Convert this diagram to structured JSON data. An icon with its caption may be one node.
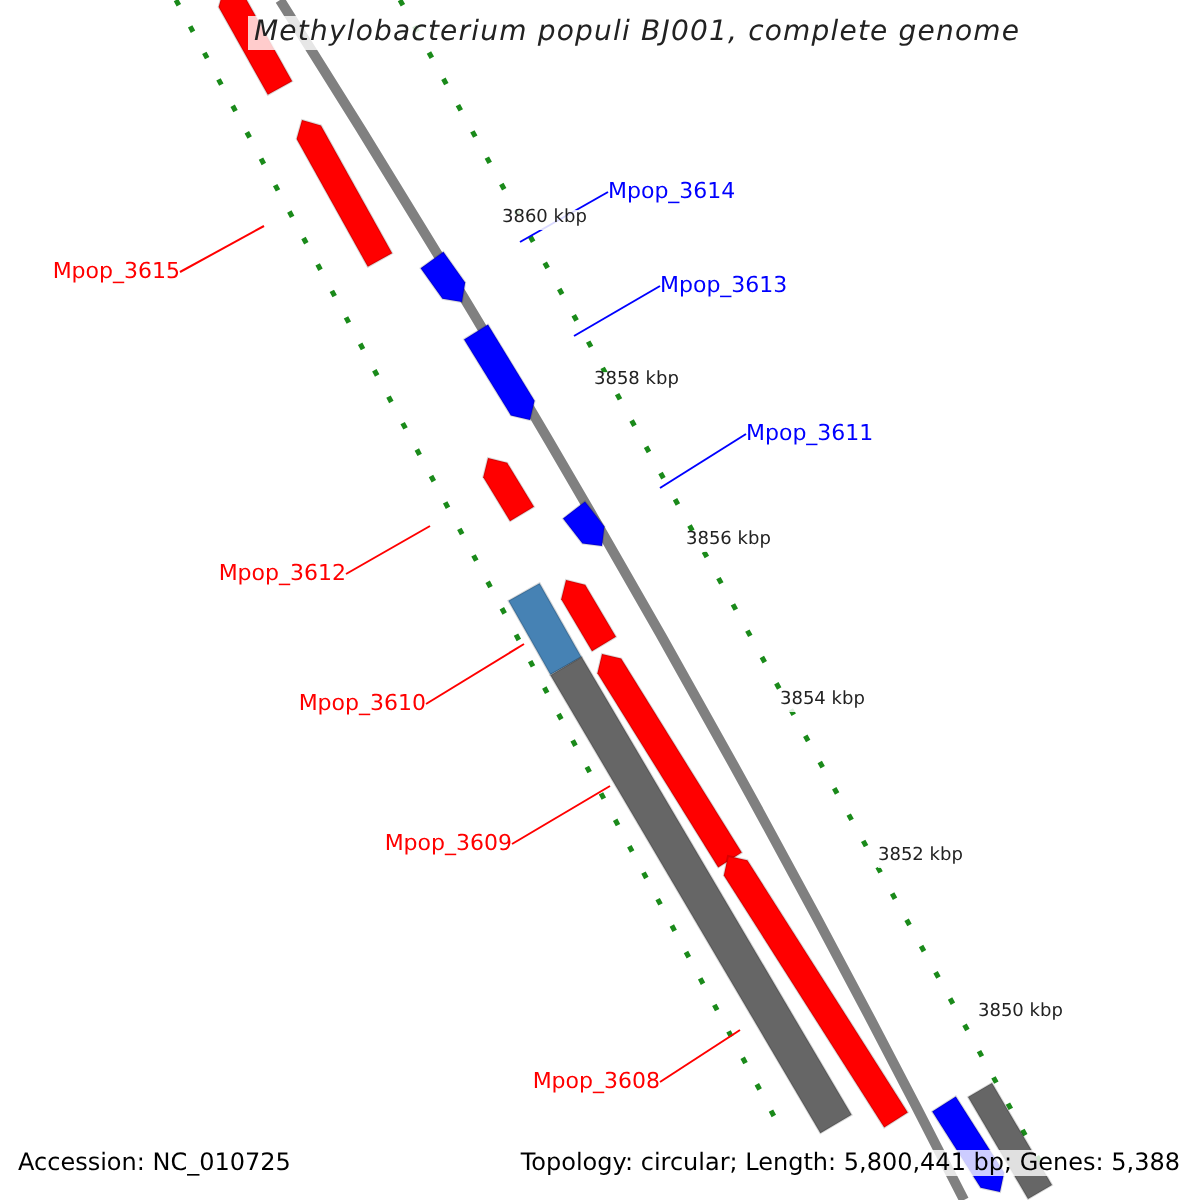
{
  "diagram": {
    "title": "Methylobacterium populi BJ001, complete genome",
    "nodes": [
      {
        "text": [
          "Mpop_3615"
        ]
      },
      {
        "text": [
          "Mpop_3614"
        ]
      },
      {
        "text": [
          "Mpop_3613"
        ]
      },
      {
        "text": [
          "Mpop_3611"
        ]
      },
      {
        "text": [
          "Mpop_3612"
        ]
      },
      {
        "text": [
          "Mpop_3610"
        ]
      },
      {
        "text": [
          "Mpop_3609"
        ]
      },
      {
        "text": [
          "Mpop_3608"
        ]
      },
      {
        "text": [],
        "shape": "arrow"
      },
      {
        "text": [],
        "shape": "arrow"
      },
      {
        "text": [],
        "shape": "arrow"
      },
      {
        "text": [],
        "shape": "arrow"
      },
      {
        "text": [],
        "shape": "arrow"
      },
      {
        "text": [],
        "shape": "arrow"
      },
      {
        "text": [],
        "shape": "arrow"
      },
      {
        "text": [],
        "shape": "arrow"
      },
      {
        "text": [],
        "shape": "arrow"
      },
      {
        "text": [],
        "shape": "bar"
      },
      {
        "text": [],
        "shape": "bar"
      },
      {
        "text": [],
        "shape": "arrow"
      },
      {
        "text": [],
        "shape": "bar"
      }
    ],
    "edges": [
      {
        "from": 0,
        "to": 8,
        "arrow": "none"
      },
      {
        "from": 1,
        "to": 9,
        "arrow": "none",
        "color": "#0000ff"
      },
      {
        "from": 2,
        "to": 10,
        "arrow": "none",
        "color": "#0000ff"
      },
      {
        "from": 3,
        "to": 11,
        "arrow": "none",
        "color": "#0000ff"
      },
      {
        "from": 4,
        "to": 12,
        "arrow": "none"
      },
      {
        "from": 5,
        "to": 17,
        "arrow": "none"
      },
      {
        "from": 6,
        "to": 18,
        "arrow": "none"
      },
      {
        "from": 7,
        "to": 15,
        "arrow": "none"
      }
    ],
    "labels": [
      "3860 kbp",
      "3858 kbp",
      "3856 kbp",
      "3854 kbp",
      "3852 kbp",
      "3850 kbp",
      "Accession: NC_010725",
      "Topology: circular; Length: 5,800,441 bp; Genes: 5,388"
    ]
  }
}
